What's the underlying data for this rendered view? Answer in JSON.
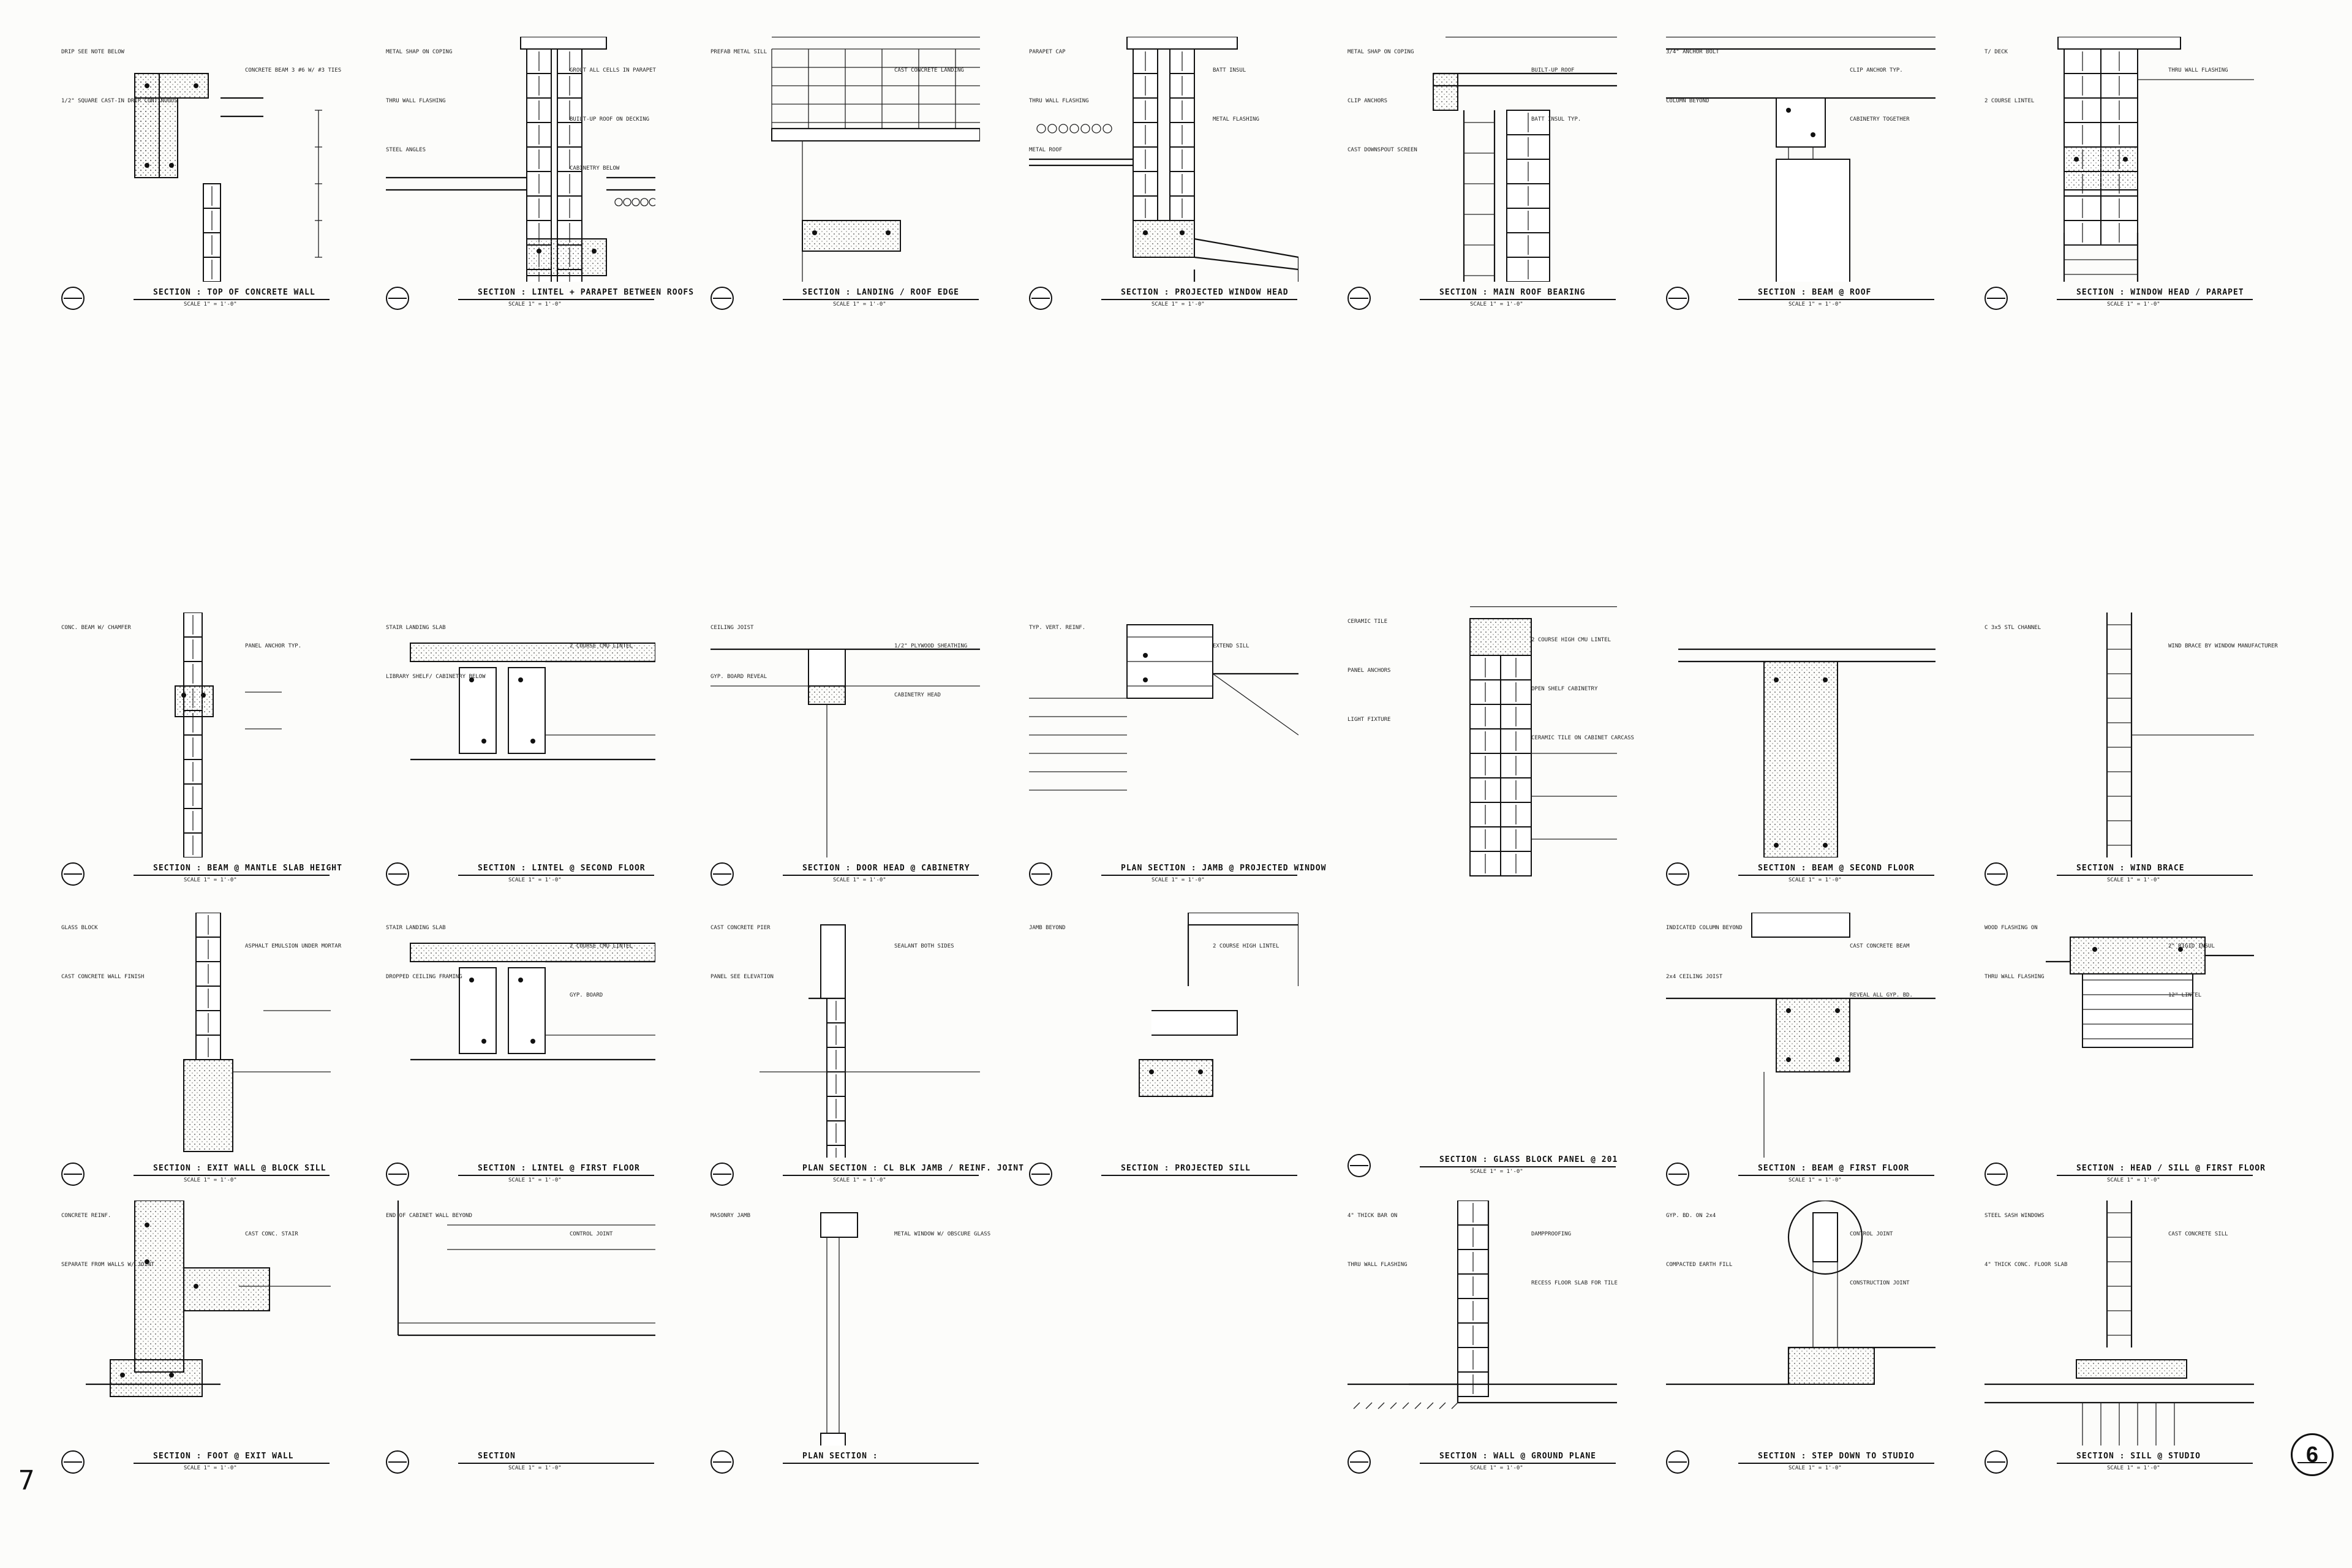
{
  "sheet": {
    "number": "6",
    "corner_mark": "7"
  },
  "columns": [
    {
      "details": [
        {
          "title": "SECTION : TOP OF CONCRETE WALL",
          "scale": "SCALE  1\" = 1'-0\"",
          "variant": "wall",
          "notes": [
            "DRIP SEE NOTE BELOW",
            "CONCRETE BEAM 3 #6 W/ #3 TIES",
            "1/2\" SQUARE CAST-IN DRIP CONTINUOUS"
          ]
        },
        {
          "title": "SECTION : BEAM @ MANTLE SLAB HEIGHT",
          "scale": "SCALE  1\" = 1'-0\"",
          "variant": "beam",
          "notes": [
            "CONC. BEAM W/ CHAMFER",
            "PANEL ANCHOR TYP."
          ]
        },
        {
          "title": "SECTION : EXIT WALL @ BLOCK SILL",
          "scale": "SCALE  1\" = 1'-0\"",
          "variant": "sill",
          "notes": [
            "GLASS BLOCK",
            "ASPHALT EMULSION UNDER MORTAR",
            "CAST CONCRETE WALL FINISH"
          ]
        },
        {
          "title": "SECTION : FOOT @ EXIT WALL",
          "scale": "SCALE  1\" = 1'-0\"",
          "variant": "foot",
          "notes": [
            "CONCRETE REINF.",
            "CAST CONC. STAIR",
            "SEPARATE FROM WALLS W/ JOINT"
          ]
        }
      ]
    },
    {
      "details": [
        {
          "title": "SECTION : LINTEL + PARAPET BETWEEN ROOFS",
          "scale": "SCALE  1\" = 1'-0\"",
          "variant": "parapet",
          "notes": [
            "METAL SHAP ON COPING",
            "GROUT ALL CELLS IN PARAPET",
            "THRU WALL FLASHING",
            "BUILT-UP ROOF ON DECKING",
            "STEEL ANGLES",
            "CABINETRY BELOW"
          ]
        },
        {
          "title": "SECTION : LINTEL @ SECOND FLOOR",
          "scale": "SCALE  1\" = 1'-0\"",
          "variant": "lintel",
          "notes": [
            "STAIR LANDING SLAB",
            "2 COURSE CMU LINTEL",
            "LIBRARY SHELF/ CABINETRY BELOW"
          ]
        },
        {
          "title": "SECTION : LINTEL @ FIRST FLOOR",
          "scale": "SCALE  1\" = 1'-0\"",
          "variant": "lintel",
          "notes": [
            "STAIR LANDING SLAB",
            "2 COURSE CMU LINTEL",
            "DROPPED CEILING FRAMING",
            "GYP. BOARD"
          ]
        },
        {
          "title": "SECTION",
          "scale": "SCALE  1\" = 1'-0\"",
          "variant": "section",
          "notes": [
            "END OF CABINET WALL BEYOND",
            "CONTROL JOINT"
          ]
        }
      ]
    },
    {
      "details": [
        {
          "title": "SECTION : LANDING / ROOF EDGE",
          "scale": "SCALE  1\" = 1'-0\"",
          "variant": "roofedge",
          "notes": [
            "PREFAB METAL SILL",
            "CAST CONCRETE LANDING"
          ]
        },
        {
          "title": "SECTION : DOOR HEAD @ CABINETRY",
          "scale": "SCALE  1\" = 1'-0\"",
          "variant": "doorhead",
          "notes": [
            "CEILING JOIST",
            "1/2\" PLYWOOD SHEATHING",
            "GYP. BOARD REVEAL",
            "CABINETRY HEAD"
          ]
        },
        {
          "title": "PLAN SECTION : CL BLK JAMB / REINF. JOINT",
          "scale": "SCALE  1\" = 1'-0\"",
          "variant": "jamb",
          "notes": [
            "CAST CONCRETE PIER",
            "SEALANT BOTH SIDES",
            "PANEL SEE ELEVATION"
          ]
        },
        {
          "title": "PLAN SECTION :",
          "scale": "",
          "variant": "plan",
          "notes": [
            "MASONRY JAMB",
            "METAL WINDOW W/ OBSCURE GLASS"
          ]
        }
      ]
    },
    {
      "details": [
        {
          "title": "SECTION : PROJECTED WINDOW HEAD",
          "scale": "SCALE  1\" = 1'-0\"",
          "variant": "winhead",
          "notes": [
            "PARAPET CAP",
            "BATT INSUL",
            "THRU WALL FLASHING",
            "METAL FLASHING",
            "METAL ROOF"
          ]
        },
        {
          "title": "PLAN SECTION : JAMB @ PROJECTED WINDOW",
          "scale": "SCALE  1\" = 1'-0\"",
          "variant": "projjamb",
          "notes": [
            "TYP. VERT. REINF.",
            "EXTEND SILL"
          ]
        },
        {
          "title": "SECTION : PROJECTED SILL",
          "scale": "",
          "variant": "projsill",
          "notes": [
            "JAMB BEYOND",
            "2 COURSE HIGH LINTEL"
          ]
        },
        {
          "title": "",
          "scale": "",
          "variant": "blank",
          "notes": []
        }
      ]
    },
    {
      "details": [
        {
          "title": "SECTION : MAIN ROOF BEARING",
          "scale": "SCALE  1\" = 1'-0\"",
          "variant": "roofbearing",
          "notes": [
            "METAL SHAP ON COPING",
            "BUILT-UP ROOF",
            "CLIP ANCHORS",
            "BATT INSUL TYP.",
            "CAST DOWNSPOUT SCREEN"
          ]
        },
        {
          "title": "SECTION : GLASS BLOCK PANEL @ 201",
          "scale": "SCALE  1\" = 1'-0\"",
          "variant": "glassblock",
          "notes": [
            "CERAMIC TILE",
            "2 COURSE HIGH CMU LINTEL",
            "PANEL ANCHORS",
            "OPEN SHELF CABINETRY",
            "LIGHT FIXTURE",
            "CERAMIC TILE ON CABINET CARCASS"
          ]
        },
        {
          "title": "SECTION : WALL @ GROUND PLANE",
          "scale": "SCALE  1\" = 1'-0\"",
          "variant": "ground",
          "notes": [
            "4\" THICK BAR ON",
            "DAMPPROOFING",
            "THRU WALL FLASHING",
            "RECESS FLOOR SLAB FOR TILE"
          ]
        }
      ]
    },
    {
      "details": [
        {
          "title": "SECTION : BEAM @ ROOF",
          "scale": "SCALE  1\" = 1'-0\"",
          "variant": "beamroof",
          "notes": [
            "3/4\" ANCHOR BOLT",
            "CLIP ANCHOR TYP.",
            "COLUMN BEYOND",
            "CABINETRY TOGETHER"
          ]
        },
        {
          "title": "SECTION : BEAM @ SECOND FLOOR",
          "scale": "SCALE  1\" = 1'-0\"",
          "variant": "beam2",
          "notes": []
        },
        {
          "title": "SECTION : BEAM @ FIRST FLOOR",
          "scale": "SCALE  1\" = 1'-0\"",
          "variant": "beam1",
          "notes": [
            "INDICATED COLUMN BEYOND",
            "CAST CONCRETE BEAM",
            "2x4 CEILING JOIST",
            "REVEAL ALL GYP. BD."
          ]
        },
        {
          "title": "SECTION : STEP DOWN TO STUDIO",
          "scale": "SCALE  1\" = 1'-0\"",
          "variant": "stepdown",
          "notes": [
            "GYP. BD. ON 2x4",
            "CONTROL JOINT",
            "COMPACTED EARTH FILL",
            "CONSTRUCTION JOINT"
          ]
        }
      ]
    },
    {
      "details": [
        {
          "title": "SECTION : WINDOW HEAD / PARAPET",
          "scale": "SCALE  1\" = 1'-0\"",
          "variant": "winparapet",
          "notes": [
            "T/ DECK",
            "THRU WALL FLASHING",
            "2 COURSE LINTEL"
          ]
        },
        {
          "title": "SECTION : WIND BRACE",
          "scale": "SCALE  1\" = 1'-0\"",
          "variant": "windbrace",
          "notes": [
            "C 3x5 STL CHANNEL",
            "WIND BRACE BY WINDOW MANUFACTURER"
          ]
        },
        {
          "title": "SECTION : HEAD / SILL @ FIRST FLOOR",
          "scale": "SCALE  1\" = 1'-0\"",
          "variant": "headsill",
          "notes": [
            "WOOD FLASHING ON",
            "2\" RIGID INSUL",
            "THRU WALL FLASHING",
            "12\" LINTEL"
          ]
        },
        {
          "title": "SECTION : SILL @ STUDIO",
          "scale": "SCALE  1\" = 1'-0\"",
          "variant": "sillstudio",
          "notes": [
            "STEEL SASH WINDOWS",
            "CAST CONCRETE SILL",
            "4\" THICK CONC. FLOOR SLAB"
          ]
        }
      ]
    }
  ]
}
